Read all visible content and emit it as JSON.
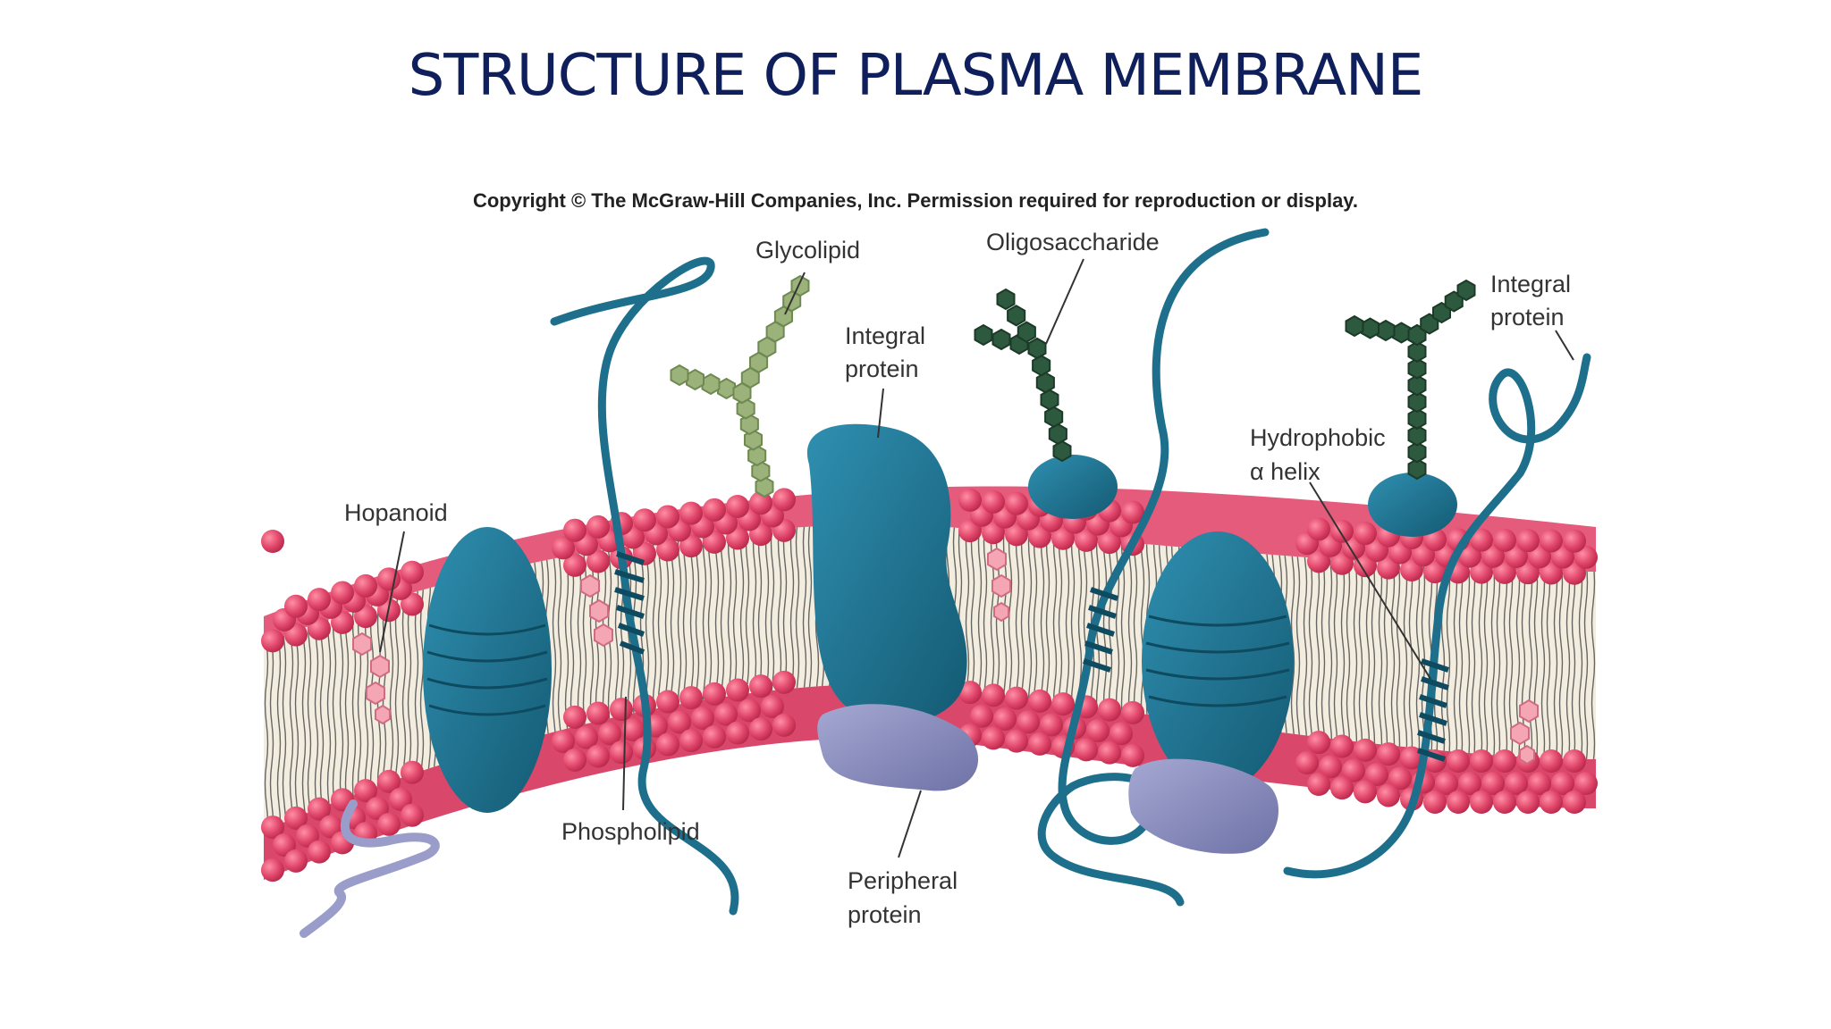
{
  "slide": {
    "title": "STRUCTURE OF PLASMA MEMBRANE",
    "copyright": "Copyright © The McGraw-Hill Companies, Inc. Permission required for reproduction or display."
  },
  "labels": {
    "glycolipid": "Glycolipid",
    "oligosaccharide": "Oligosaccharide",
    "integral_protein_center_1": "Integral",
    "integral_protein_center_2": "protein",
    "integral_protein_right_1": "Integral",
    "integral_protein_right_2": "protein",
    "hydrophobic_helix_1": "Hydrophobic",
    "hydrophobic_helix_2": "α helix",
    "hopanoid": "Hopanoid",
    "phospholipid": "Phospholipid",
    "peripheral_protein_1": "Peripheral",
    "peripheral_protein_2": "protein"
  },
  "colors": {
    "title": "#0f1f5c",
    "phospholipid_head": "#e0466a",
    "bilayer_core": "#f3ede0",
    "protein": "#1d6f8c",
    "peripheral_protein": "#8c8fc0",
    "glycolipid_sugar": "#9bb27a",
    "oligosaccharide_sugar": "#2d5a3e",
    "hopanoid": "#f4a6b4"
  }
}
